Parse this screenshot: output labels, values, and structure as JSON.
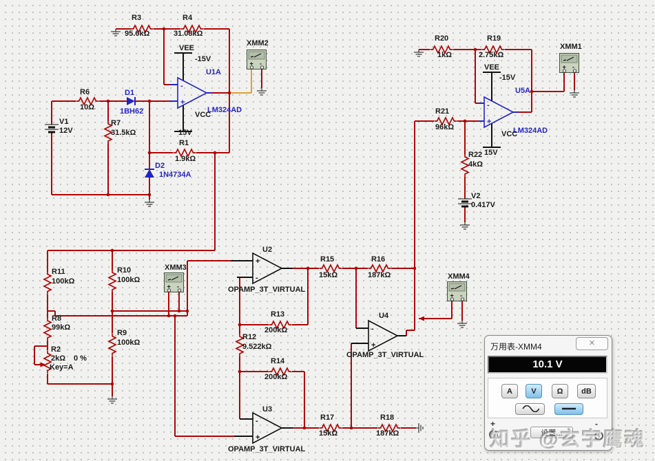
{
  "colors": {
    "wire": "#b00404",
    "probe_wire": "#dd9f35",
    "component_blue": "#2424c6",
    "text": "#1b1b1b",
    "meter_fill": "#c9d3be",
    "display_bg": "#000000",
    "selected_button_bg": "#7fc1e9",
    "selected_button_border": "#4e90c0"
  },
  "components": {
    "R1": {
      "label": "R1",
      "value": "1.9kΩ"
    },
    "R2": {
      "label": "R2",
      "value": "2kΩ",
      "percent": "0 %",
      "key": "Key=A"
    },
    "R3": {
      "label": "R3",
      "value": "95.6kΩ"
    },
    "R4": {
      "label": "R4",
      "value": "31.08kΩ"
    },
    "R6": {
      "label": "R6",
      "value": "10Ω"
    },
    "R7": {
      "label": "R7",
      "value": "31.5kΩ"
    },
    "R8": {
      "label": "R8",
      "value": "99kΩ"
    },
    "R9": {
      "label": "R9",
      "value": "100kΩ"
    },
    "R10": {
      "label": "R10",
      "value": "100kΩ"
    },
    "R11": {
      "label": "R11",
      "value": "100kΩ"
    },
    "R12": {
      "label": "R12",
      "value": "9.522kΩ"
    },
    "R13": {
      "label": "R13",
      "value": "200kΩ"
    },
    "R14": {
      "label": "R14",
      "value": "200kΩ"
    },
    "R15": {
      "label": "R15",
      "value": "15kΩ"
    },
    "R16": {
      "label": "R16",
      "value": "187kΩ"
    },
    "R17": {
      "label": "R17",
      "value": "15kΩ"
    },
    "R18": {
      "label": "R18",
      "value": "187kΩ"
    },
    "R19": {
      "label": "R19",
      "value": "2.75kΩ"
    },
    "R20": {
      "label": "R20",
      "value": "1kΩ"
    },
    "R21": {
      "label": "R21",
      "value": "96kΩ"
    },
    "R22": {
      "label": "R22",
      "value": "4kΩ"
    },
    "D1": {
      "label": "D1",
      "value": "1BH62"
    },
    "D2": {
      "label": "D2",
      "value": "1N4734A"
    },
    "V1": {
      "label": "V1",
      "value": "12V"
    },
    "V2": {
      "label": "V2",
      "value": "0.417V"
    },
    "U1A": {
      "label": "U1A",
      "part": "LM324AD",
      "vee": "VEE",
      "vee_v": "-15V",
      "vcc": "VCC",
      "vcc_v": "15V"
    },
    "U5A": {
      "label": "U5A",
      "part": "LM324AD",
      "vee": "VEE",
      "vee_v": "-15V",
      "vcc": "VCC",
      "vcc_v": "15V"
    },
    "U2": {
      "label": "U2",
      "part": "OPAMP_3T_VIRTUAL"
    },
    "U3": {
      "label": "U3",
      "part": "OPAMP_3T_VIRTUAL"
    },
    "U4": {
      "label": "U4",
      "part": "OPAMP_3T_VIRTUAL"
    },
    "XMM1": {
      "label": "XMM1"
    },
    "XMM2": {
      "label": "XMM2"
    },
    "XMM3": {
      "label": "XMM3"
    },
    "XMM4": {
      "label": "XMM4"
    }
  },
  "dialog": {
    "title": "万用表-XMM4",
    "close": "✕",
    "reading": "10.1 V",
    "modes": [
      "A",
      "V",
      "Ω",
      "dB"
    ],
    "selected_mode": "V",
    "settings": "设置...",
    "plus": "+",
    "minus": "-"
  },
  "watermark": "知乎 @玄宇鹰魂"
}
